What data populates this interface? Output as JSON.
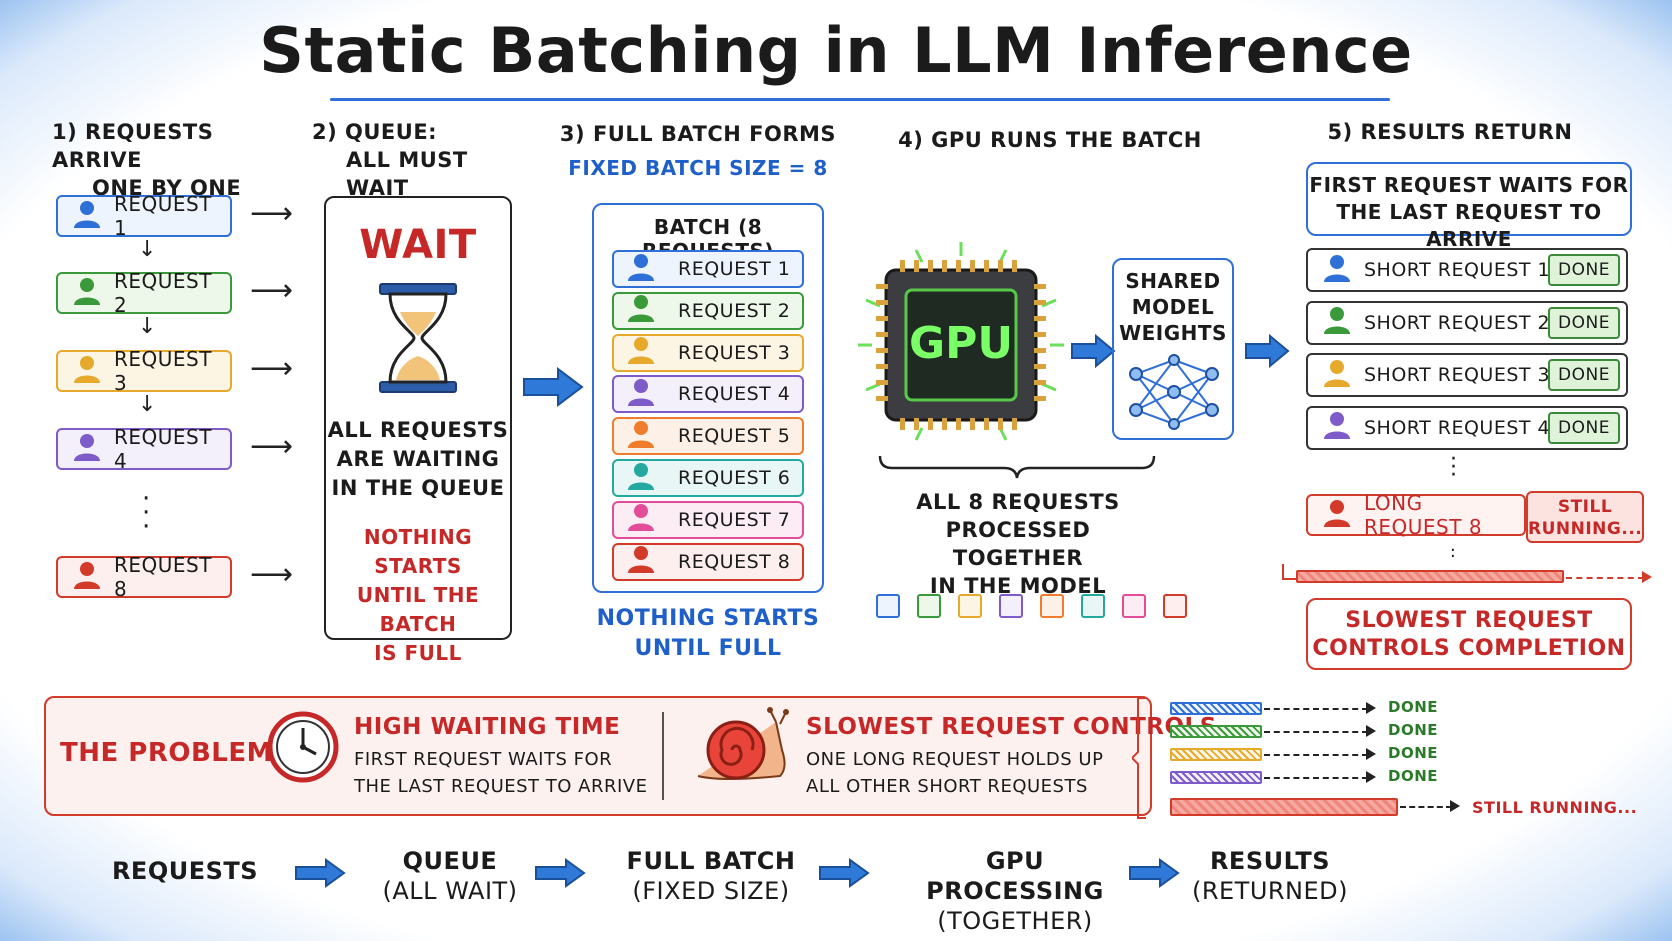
{
  "title": "Static Batching in LLM Inference",
  "steps": {
    "s1": [
      "1) Requests arrive",
      "one by one"
    ],
    "s2": [
      "2) Queue:",
      "all must wait"
    ],
    "s3": "3) Full batch forms",
    "s3_sub": "Fixed batch size = 8",
    "s4": "4) GPU runs the batch",
    "s5": "5) Results return"
  },
  "arrivals": [
    "Request 1",
    "Request 2",
    "Request 3",
    "Request 4",
    "Request 8"
  ],
  "queue": {
    "wait": "WAIT",
    "lines": [
      "All requests",
      "are waiting",
      "in the queue"
    ],
    "note": [
      "Nothing starts",
      "until the batch",
      "is full"
    ]
  },
  "batch": {
    "title": "Batch (8 requests)",
    "items": [
      "Request 1",
      "Request 2",
      "Request 3",
      "Request 4",
      "Request 5",
      "Request 6",
      "Request 7",
      "Request 8"
    ],
    "note": [
      "Nothing starts",
      "until full"
    ]
  },
  "gpu": {
    "chip_label": "GPU",
    "weights": [
      "Shared",
      "model",
      "weights"
    ],
    "caption": [
      "All 8 requests",
      "processed together",
      "in the model"
    ]
  },
  "results": {
    "callout": [
      "First request waits for",
      "the last request to arrive"
    ],
    "items": [
      "Short request 1",
      "Short request 2",
      "Short request 3",
      "Short request 4"
    ],
    "done_label": "Done",
    "long": "Long request 8",
    "still": [
      "Still",
      "running..."
    ],
    "slowest": [
      "Slowest request",
      "controls completion"
    ]
  },
  "problems": {
    "label": "The problems",
    "p1_title": "High waiting time",
    "p1_text": [
      "First request waits for",
      "the last request to arrive"
    ],
    "p2_title": "Slowest request controls",
    "p2_text": [
      "One long request holds up",
      "all other short requests"
    ],
    "timeline": [
      "Done",
      "Done",
      "Done",
      "Done",
      "Still running..."
    ]
  },
  "flow": [
    [
      "Requests",
      ""
    ],
    [
      "Queue",
      "(all wait)"
    ],
    [
      "Full batch",
      "(fixed size)"
    ],
    [
      "GPU processing",
      "(together)"
    ],
    [
      "Results",
      "(returned)"
    ]
  ],
  "colors": {
    "blue": "#2f6fd8",
    "green": "#3a9a3a",
    "yellow": "#e7a92c",
    "purple": "#7d5bc9",
    "orange": "#ef7d2c",
    "teal": "#23a9a0",
    "pink": "#e34c98",
    "red": "#d23a2a"
  }
}
